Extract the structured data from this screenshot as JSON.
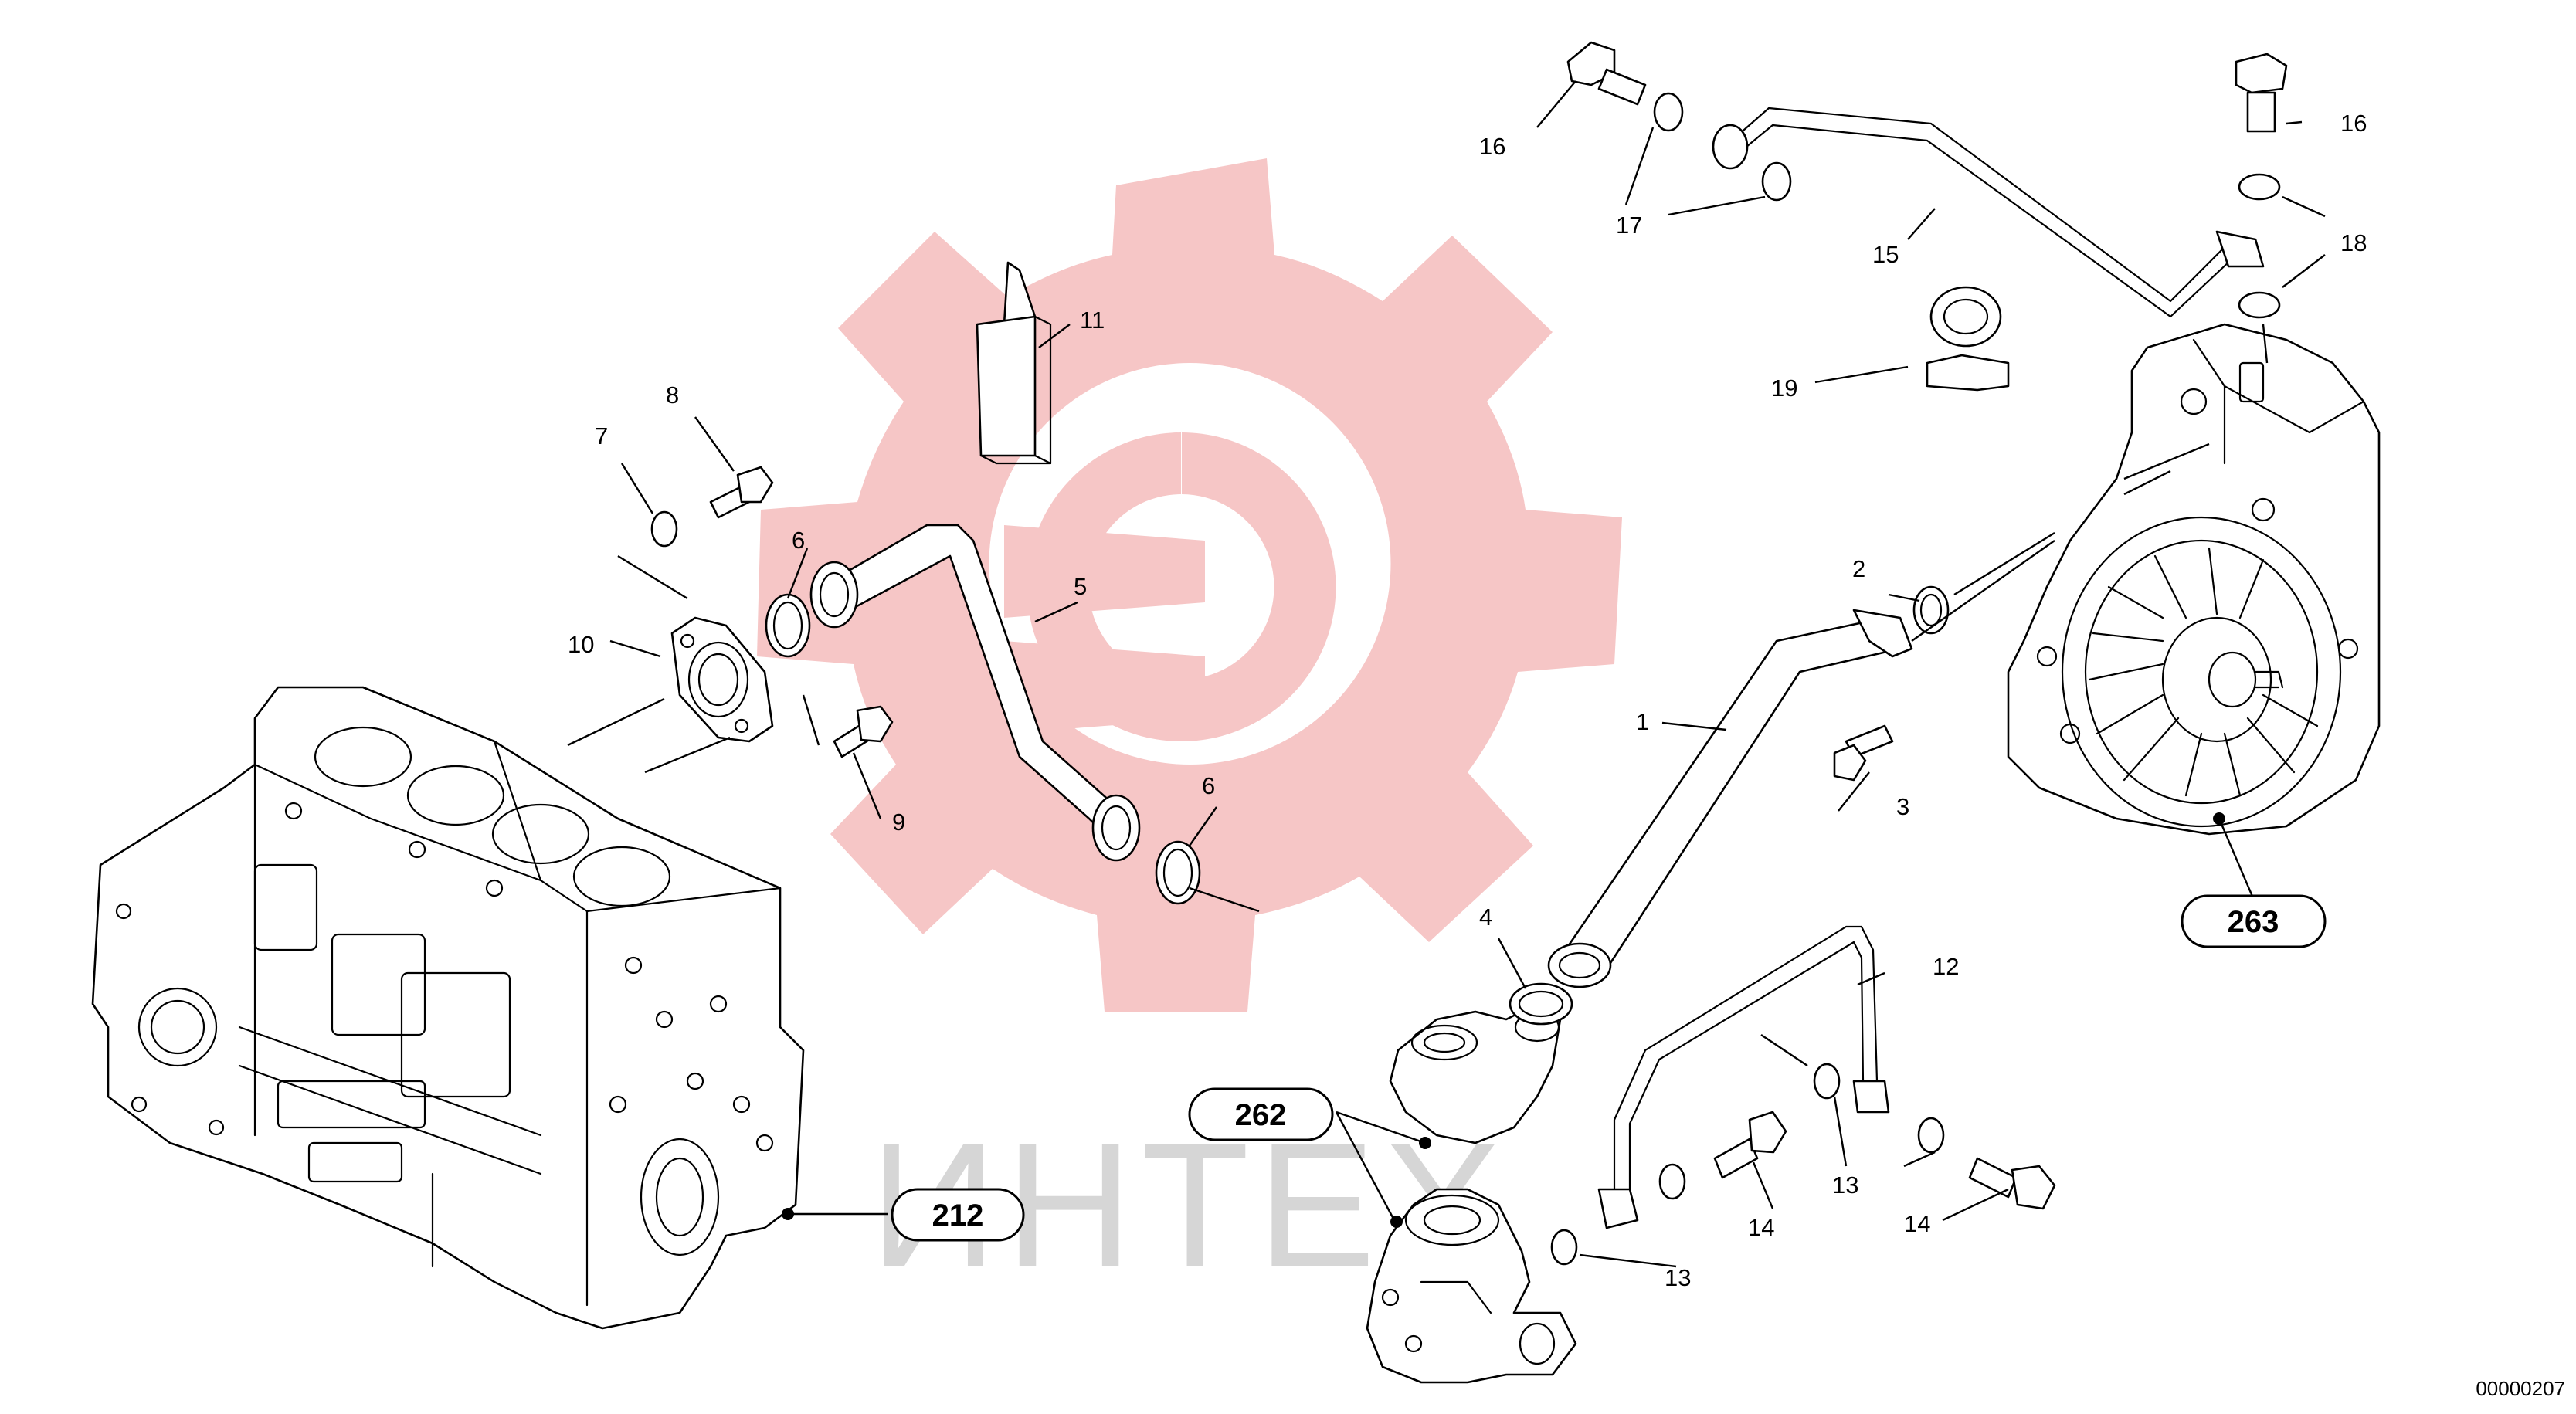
{
  "watermark": {
    "text": "ИНТЕХ",
    "gear_color": "#f6c6c6",
    "text_color": "#d6d6d6"
  },
  "callouts": [
    {
      "id": "c1",
      "label": "1"
    },
    {
      "id": "c2",
      "label": "2"
    },
    {
      "id": "c3",
      "label": "3"
    },
    {
      "id": "c4",
      "label": "4"
    },
    {
      "id": "c5",
      "label": "5"
    },
    {
      "id": "c6a",
      "label": "6"
    },
    {
      "id": "c6b",
      "label": "6"
    },
    {
      "id": "c7",
      "label": "7"
    },
    {
      "id": "c8",
      "label": "8"
    },
    {
      "id": "c9",
      "label": "9"
    },
    {
      "id": "c10",
      "label": "10"
    },
    {
      "id": "c11",
      "label": "11"
    },
    {
      "id": "c12",
      "label": "12"
    },
    {
      "id": "c13a",
      "label": "13"
    },
    {
      "id": "c13b",
      "label": "13"
    },
    {
      "id": "c14a",
      "label": "14"
    },
    {
      "id": "c14b",
      "label": "14"
    },
    {
      "id": "c15",
      "label": "15"
    },
    {
      "id": "c16a",
      "label": "16"
    },
    {
      "id": "c16b",
      "label": "16"
    },
    {
      "id": "c17",
      "label": "17"
    },
    {
      "id": "c18",
      "label": "18"
    },
    {
      "id": "c19",
      "label": "19"
    }
  ],
  "refs": [
    {
      "id": "r212",
      "label": "212"
    },
    {
      "id": "r262",
      "label": "262"
    },
    {
      "id": "r263",
      "label": "263"
    }
  ],
  "drawing_code": "00000207"
}
